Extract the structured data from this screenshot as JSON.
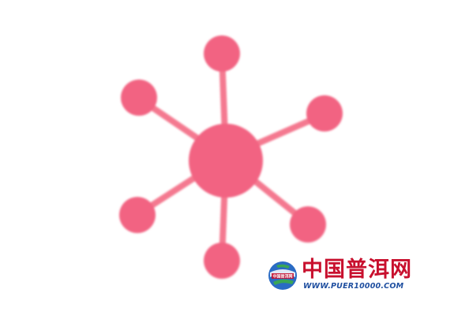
{
  "image": {
    "subject": "network-hub-icon",
    "node_color": "#f26482",
    "link_color": "#f47990",
    "background": "#ffffff",
    "outer_node_count": 6
  },
  "watermark": {
    "logo": "globe-logo",
    "logo_text": "中国普洱网",
    "title": "中国普洱网",
    "url": "WWW.PUER10000.COM",
    "title_color": "#c8102e",
    "url_color": "#1f4fa0"
  }
}
